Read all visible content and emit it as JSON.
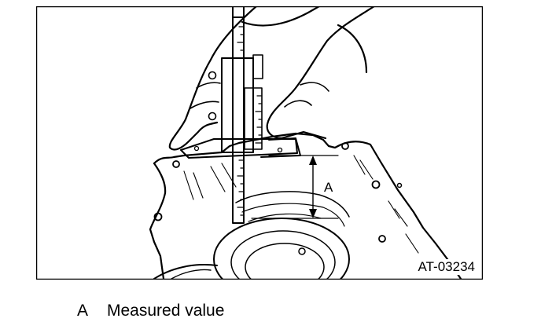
{
  "figure": {
    "code": "AT-03234",
    "dimension_label": "A"
  },
  "legend": {
    "key": "A",
    "text": "Measured value"
  }
}
